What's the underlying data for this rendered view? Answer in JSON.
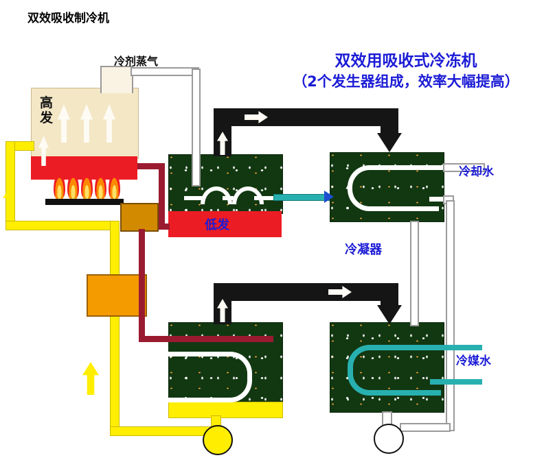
{
  "page": {
    "title": "双效吸收制冷机"
  },
  "heading": {
    "line1": "双效用吸收式冷冻机",
    "line2": "（2个发生器组成，效率大幅提高）"
  },
  "labels": {
    "refrigerant_vapor": "冷剂蒸气",
    "high_generator": "高发",
    "low_generator": "低发",
    "cooling_water": "冷却水",
    "condenser": "冷凝器",
    "chilled_water": "冷媒水"
  },
  "colors": {
    "heading_blue": "#1b1bd6",
    "hot_red": "#ec1c24",
    "vessel_dark_green": "#123812",
    "solution_yellow": "#ffee00",
    "exchanger_orange": "#f49b00",
    "strong_solution_maroon": "#9a1b30",
    "chilled_water_teal": "#28b0b0",
    "generator_cream": "#f4e7c5"
  }
}
